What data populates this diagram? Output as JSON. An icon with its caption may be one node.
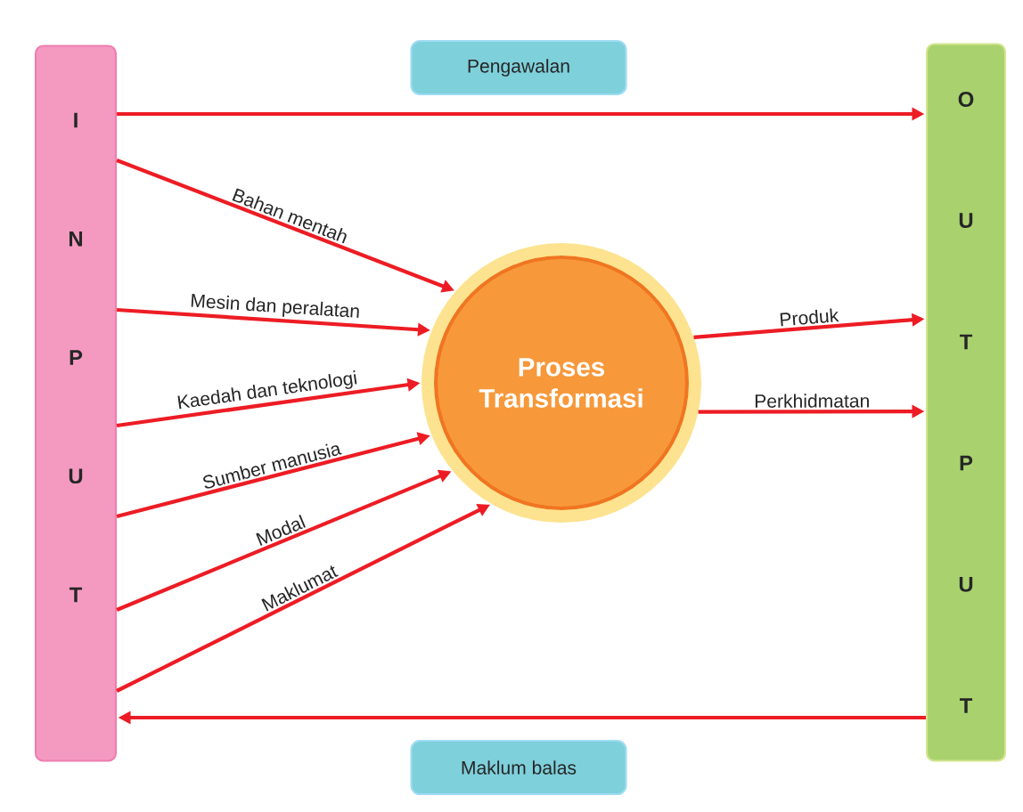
{
  "diagram": {
    "nodes": [
      {
        "text": [
          "I",
          "N",
          "P",
          "U",
          "T"
        ]
      },
      {
        "text": [
          "O",
          "U",
          "T",
          "P",
          "U",
          "T"
        ]
      },
      {
        "text": [
          "Pengawalan"
        ]
      },
      {
        "text": [
          "Maklum balas"
        ]
      },
      {
        "text": [
          "Proses Transformasi"
        ]
      }
    ],
    "edges": [
      {
        "from": 0,
        "to": 1,
        "arrow": "to"
      },
      {
        "from": 0,
        "to": 4,
        "arrow": "to",
        "label": "Bahan mentah"
      },
      {
        "from": 0,
        "to": 4,
        "arrow": "to",
        "label": "Mesin dan peralatan"
      },
      {
        "from": 0,
        "to": 4,
        "arrow": "to",
        "label": "Kaedah dan teknologi"
      },
      {
        "from": 0,
        "to": 4,
        "arrow": "to",
        "label": "Sumber manusia"
      },
      {
        "from": 0,
        "to": 4,
        "arrow": "to",
        "label": "Modal"
      },
      {
        "from": 0,
        "to": 4,
        "arrow": "to",
        "label": "Maklumat"
      },
      {
        "from": 4,
        "to": 1,
        "arrow": "to",
        "label": "Produk"
      },
      {
        "from": 4,
        "to": 1,
        "arrow": "to",
        "label": "Perkhidmatan"
      },
      {
        "from": 1,
        "to": 0,
        "arrow": "to"
      }
    ]
  }
}
